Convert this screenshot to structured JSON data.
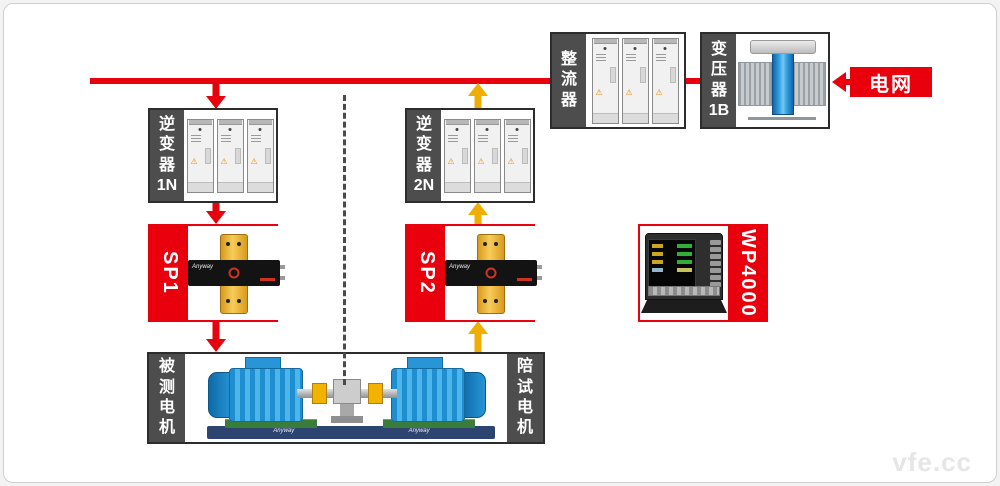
{
  "colors": {
    "accent_red": "#e8000d",
    "accent_yellow": "#efaf02",
    "label_strip": "#4d4d4d",
    "motor_blue": "#2795d6"
  },
  "nodes": {
    "grid": {
      "label": "电网"
    },
    "transformer": {
      "label": "变\n压\n器\n1B"
    },
    "rectifier": {
      "label": "整\n流\n器"
    },
    "inverter1": {
      "label": "逆\n变\n器\n1N"
    },
    "inverter2": {
      "label": "逆\n变\n器\n2N"
    },
    "sp1": {
      "label": "SP1",
      "brand": "Anyway"
    },
    "sp2": {
      "label": "SP2",
      "brand": "Anyway"
    },
    "wp4000": {
      "label": "WP4000"
    },
    "test_motor": {
      "label": "被\n测\n电\n机"
    },
    "companion_motor": {
      "label": "陪\n试\n电\n机"
    }
  },
  "bench": {
    "brand": "Anyway"
  },
  "watermark": "vfe.cc"
}
